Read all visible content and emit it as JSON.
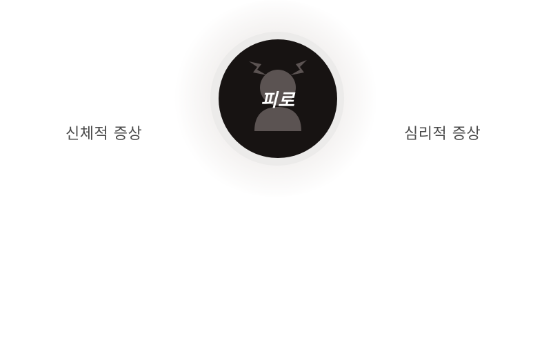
{
  "labels": {
    "left": "신체적 증상",
    "right": "심리적 증상"
  },
  "center": {
    "title": "피로",
    "icon": "fatigue-person-lightning-icon"
  },
  "colors": {
    "core": "#171312",
    "ring": "#ecebea",
    "figure": "#5b5352",
    "text": "#4a4a4a"
  }
}
